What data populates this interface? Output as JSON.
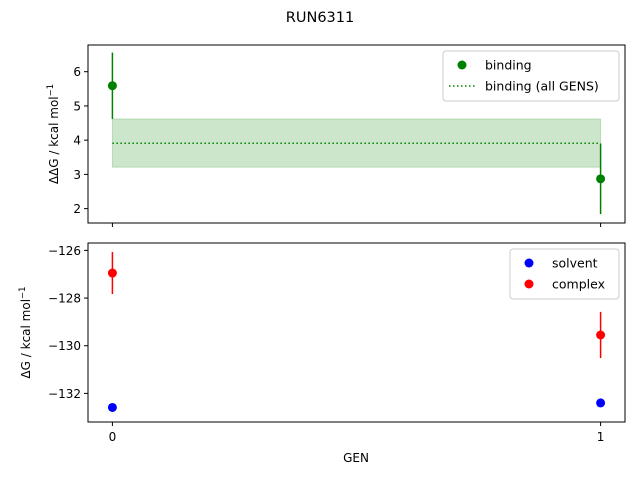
{
  "chart_data": {
    "title": "RUN6311",
    "xlabel": "GEN",
    "x_ticks": [
      "0",
      "1"
    ],
    "panels": [
      {
        "type": "scatter",
        "ylabel_prefix": "ΔΔG / kcal mol",
        "ylabel_sup": "−1",
        "ylim": [
          1.58,
          6.78
        ],
        "xlim": [
          -0.05,
          1.05
        ],
        "y_ticks": [
          "2",
          "3",
          "4",
          "5",
          "6"
        ],
        "y_tick_values": [
          2,
          3,
          4,
          5,
          6
        ],
        "legend_position": "upper right",
        "series": [
          {
            "name": "binding",
            "color": "#008000",
            "x": [
              0,
              1
            ],
            "y": [
              5.59,
              2.87
            ],
            "yerr": [
              0.97,
              1.03
            ]
          }
        ],
        "reference": {
          "name": "binding (all GENS)",
          "color": "#008000",
          "x": [
            0,
            1
          ],
          "y": 3.91,
          "band": [
            3.21,
            4.62
          ]
        }
      },
      {
        "type": "scatter",
        "ylabel_prefix": "ΔG / kcal mol",
        "ylabel_sup": "−1",
        "ylim": [
          -133.2,
          -125.69
        ],
        "xlim": [
          -0.05,
          1.05
        ],
        "y_ticks": [
          "−126",
          "−128",
          "−130",
          "−132"
        ],
        "y_tick_values": [
          -126,
          -128,
          -130,
          -132
        ],
        "legend_position": "upper right",
        "series": [
          {
            "name": "solvent",
            "color": "#0000ff",
            "x": [
              0,
              1
            ],
            "y": [
              -132.59,
              -132.4
            ],
            "yerr": [
              0.15,
              0.12
            ]
          },
          {
            "name": "complex",
            "color": "#ff0000",
            "x": [
              0,
              1
            ],
            "y": [
              -126.95,
              -129.55
            ],
            "yerr": [
              0.88,
              0.97
            ]
          }
        ]
      }
    ]
  }
}
